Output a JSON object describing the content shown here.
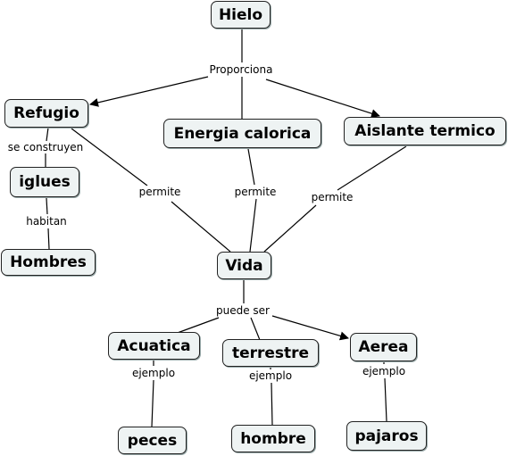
{
  "nodes": {
    "hielo": "Hielo",
    "refugio": "Refugio",
    "energia": "Energia calorica",
    "aislante": "Aislante termico",
    "iglues": "iglues",
    "hombres": "Hombres",
    "vida": "Vida",
    "acuatica": "Acuatica",
    "terrestre": "terrestre",
    "aerea": "Aerea",
    "peces": "peces",
    "hombre": "hombre",
    "pajaros": "pajaros"
  },
  "links": {
    "proporciona": "Proporciona",
    "se_construyen": "se construyen",
    "habitan": "habitan",
    "permite_refugio": "permite",
    "permite_energia": "permite",
    "permite_aislante": "permite",
    "puede_ser": "puede ser",
    "ejemplo_acuatica": "ejemplo",
    "ejemplo_terrestre": "ejemplo",
    "ejemplo_aerea": "ejemplo"
  }
}
